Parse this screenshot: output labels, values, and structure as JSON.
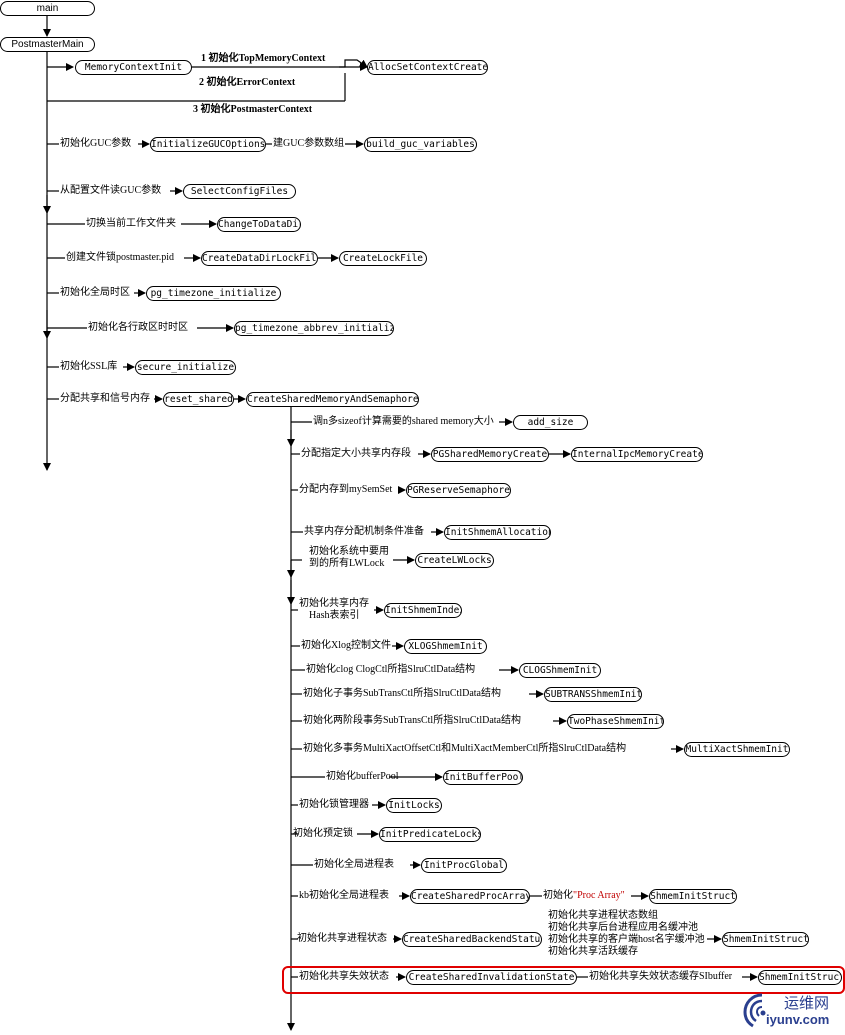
{
  "nodes": {
    "main": "main",
    "postmaster_main": "PostmasterMain",
    "memory_context_init": "MemoryContextInit",
    "alloc_set_context_create": "AllocSetContextCreate",
    "initialize_guc_options": "InitializeGUCOptions",
    "build_guc_variables": "build_guc_variables",
    "select_config_files": "SelectConfigFiles",
    "change_to_data_dir": "ChangeToDataDir",
    "create_data_dir_lock_file": "CreateDataDirLockFile",
    "create_lock_file": "CreateLockFile",
    "pg_timezone_initialize": "pg_timezone_initialize",
    "pg_timezone_abbrev_initialize": "pg_timezone_abbrev_initialize",
    "secure_initialize": "secure_initialize",
    "reset_shared": "reset_shared",
    "create_shared_memory_and_semaphores": "CreateSharedMemoryAndSemaphores",
    "add_size": "add_size",
    "pg_shared_memory_create": "PGSharedMemoryCreate",
    "internal_ipc_memory_create": "InternalIpcMemoryCreate",
    "pg_reserve_semaphores": "PGReserveSemaphores",
    "init_shmem_allocation": "InitShmemAllocation",
    "create_lw_locks": "CreateLWLocks",
    "init_shmem_index": "InitShmemIndex",
    "xlog_shmem_init": "XLOGShmemInit",
    "clog_shmem_init": "CLOGShmemInit",
    "subtrans_shmem_init": "SUBTRANSShmemInit",
    "two_phase_shmem_init": "TwoPhaseShmemInit",
    "multi_xact_shmem_init": "MultiXactShmemInit",
    "init_buffer_pool": "InitBufferPool",
    "init_locks": "InitLocks",
    "init_predicate_locks": "InitPredicateLocks",
    "init_proc_global": "InitProcGlobal",
    "create_shared_proc_array": "CreateSharedProcArray",
    "shmem_init_struct_1": "ShmemInitStruct",
    "create_shared_backend_status": "CreateSharedBackendStatus",
    "shmem_init_struct_2": "ShmemInitStruct",
    "create_shared_invalidation_state": "CreateSharedInvalidationState",
    "shmem_init_struct_3": "ShmemInitStruct"
  },
  "labels": {
    "top_memory_context": "1 初始化TopMemoryContext",
    "error_context": "2 初始化ErrorContext",
    "postmaster_context": "3 初始化PostmasterContext",
    "init_guc": "初始化GUC参数",
    "build_guc_array": "建GUC参数数组",
    "read_guc_from_config": "从配置文件读GUC参数",
    "switch_work_dir": "切换当前工作文件夹",
    "create_lock_file": "创建文件锁postmaster.pid",
    "init_timezone": "初始化全局时区",
    "init_region_tz": "初始化各行政区时时区",
    "init_ssl": "初始化SSL库",
    "alloc_shared_signal": "分配共享和信号内存",
    "calc_shmem_size": "调n多sizeof计算需要的shared memory大小",
    "alloc_sized_segment": "分配指定大小共享内存段",
    "alloc_to_semset": "分配内存到mySemSet",
    "shmem_alloc_prep": "共享内存分配机制条件准备",
    "init_lwlocks_line1": "初始化系统中要用",
    "init_lwlocks_line2": "到的所有LWLock",
    "init_shmem_hash_line1": "初始化共享内存",
    "init_shmem_hash_line2": "Hash表索引",
    "init_xlog_ctrl": "初始化Xlog控制文件",
    "init_clog": "初始化clog ClogCtl所指SlruCtlData结构",
    "init_subtrans": "初始化子事务SubTransCtl所指SlruCtlData结构",
    "init_two_phase": "初始化两阶段事务SubTransCtl所指SlruCtlData结构",
    "init_multixact": "初始化多事务MultiXactOffsetCtl和MultiXactMemberCtl所指SlruCtlData结构",
    "init_buffer_pool": "初始化bufferPool",
    "init_lock_mgr": "初始化锁管理器",
    "init_predicate_lock": "初始化预定锁",
    "init_global_proc_table": "初始化全局进程表",
    "kb_init_global_proc_table": "kb初始化全局进程表",
    "init_proc_array_prefix": "初始化",
    "init_proc_array_quoted": "\"Proc Array\"",
    "init_shared_proc_status": "初始化共享进程状态",
    "backend_status_line1": "初始化共享进程状态数组",
    "backend_status_line2": "初始化共享后台进程应用名缓冲池",
    "backend_status_line3": "初始化共享的客户端host名字缓冲池",
    "backend_status_line4": "初始化共享活跃缓存",
    "init_shared_inval_state": "初始化共享失效状态",
    "init_sibuffer": "初始化共享失效状态缓存SIbuffer"
  },
  "watermark": {
    "line1": "运维网",
    "line2": "iyunv.com"
  },
  "colors": {
    "line": "#000000",
    "highlight": "#e00000",
    "quoted_text": "#c00000",
    "watermark": "#2a3f8f"
  }
}
